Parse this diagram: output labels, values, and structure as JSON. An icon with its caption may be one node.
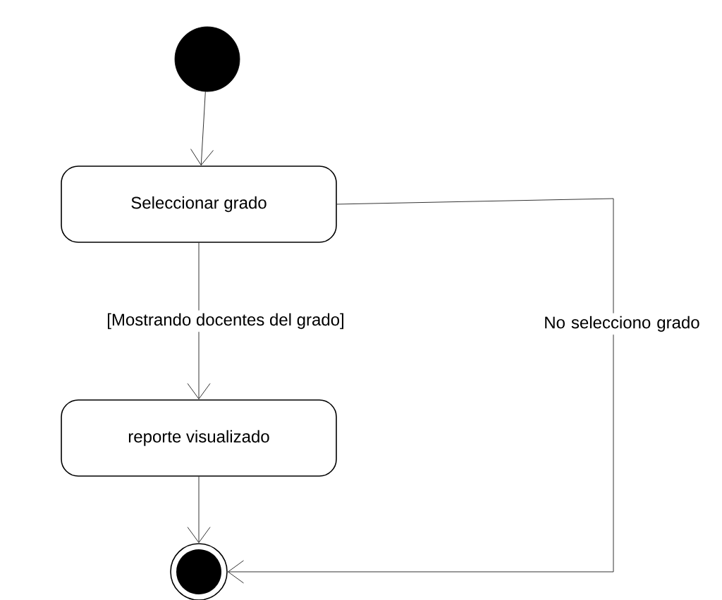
{
  "diagram": {
    "nodes": [
      {
        "text": [],
        "shape": "circle"
      },
      {
        "text": [
          "Seleccionar grado"
        ]
      },
      {
        "text": [
          "reporte visualizado"
        ]
      },
      {
        "text": [],
        "shape": "bullseye"
      }
    ],
    "edges": [
      {
        "from": 0,
        "to": 1,
        "arrow": "to"
      },
      {
        "from": 1,
        "to": 2,
        "arrow": "to",
        "label": "[Mostrando docentes del grado]"
      },
      {
        "from": 1,
        "to": 3,
        "arrow": "to",
        "label": "No selecciono grado"
      },
      {
        "from": 2,
        "to": 3,
        "arrow": "to"
      }
    ]
  }
}
